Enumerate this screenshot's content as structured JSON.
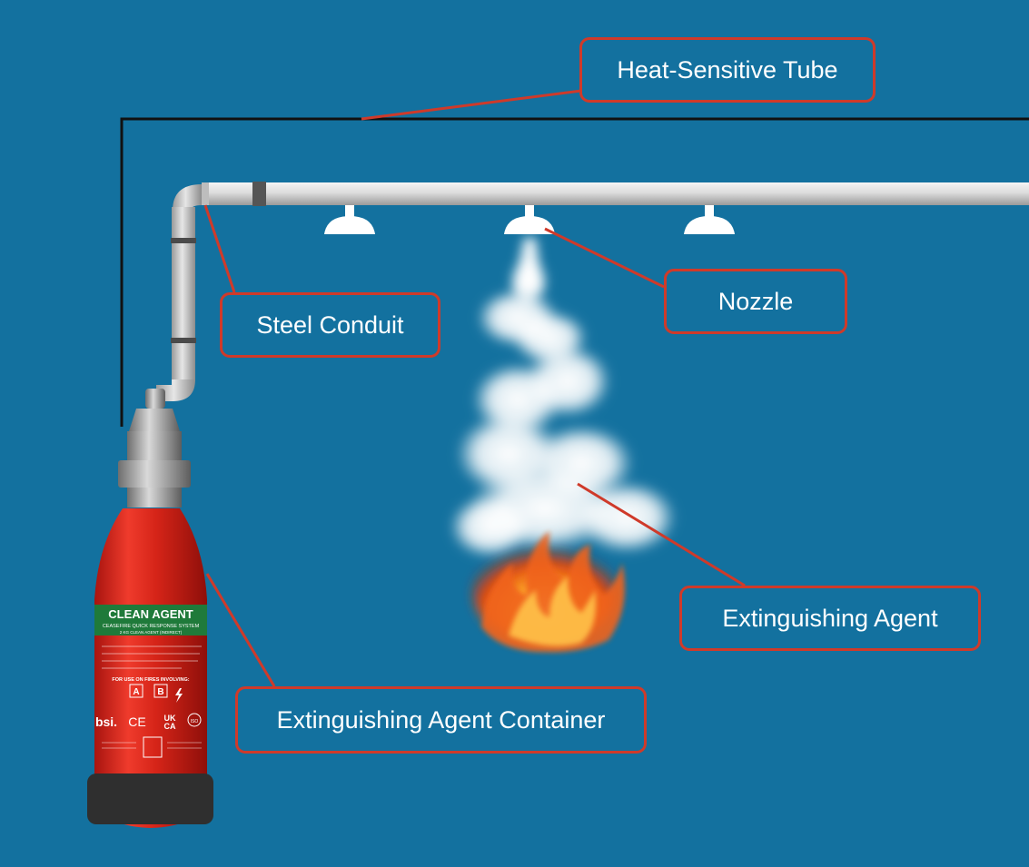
{
  "colors": {
    "background": "#13719f",
    "callout_border": "#cf3a2a",
    "callout_text": "#ffffff",
    "tube": "#111111",
    "pipe": "#d2d2d2",
    "cylinder": "#d62a1f",
    "label_band": "#1f7a3a"
  },
  "callouts": {
    "heat_tube": "Heat-Sensitive Tube",
    "steel_conduit": "Steel Conduit",
    "nozzle": "Nozzle",
    "agent": "Extinguishing Agent",
    "container": "Extinguishing Agent Container"
  },
  "cylinder_label": {
    "band_title": "CLEAN AGENT",
    "band_subtitle": "CEASEFIRE QUICK RESPONSE SYSTEM",
    "band_detail": "2 KG CLEAN AGENT (INDIRECT)",
    "use_on": "FOR USE ON FIRES INVOLVING:",
    "class_a": "A",
    "class_b": "B",
    "mark_bsi": "bsi.",
    "mark_ce": "CE",
    "mark_ukca_top": "UK",
    "mark_ukca_bottom": "CA",
    "mark_iso": "ISO"
  },
  "icons": {
    "electrical": "lightning-bolt-icon",
    "class_a": "class-a-fire-icon",
    "class_b": "class-b-fire-icon"
  }
}
